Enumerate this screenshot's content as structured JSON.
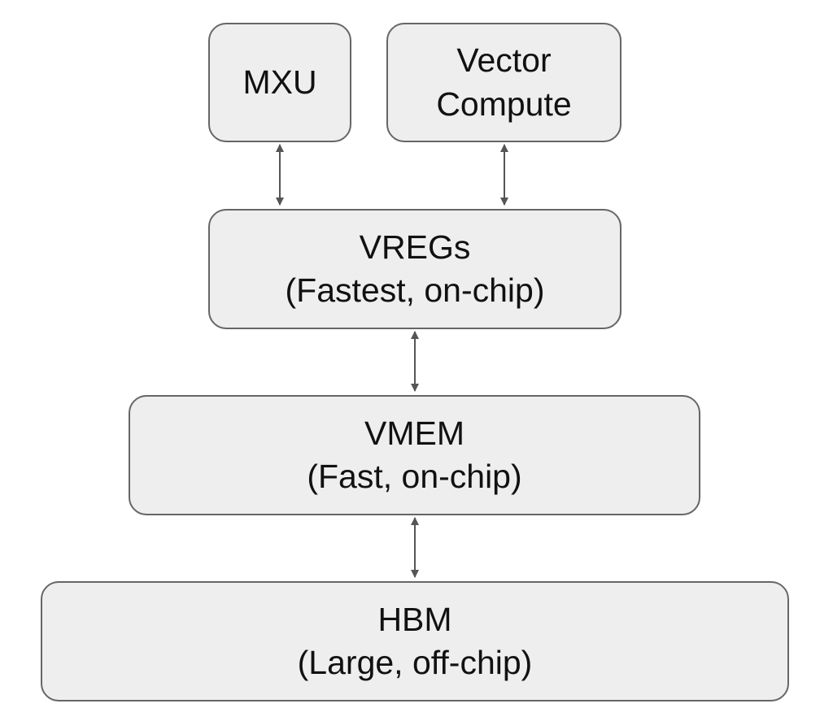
{
  "diagram": {
    "nodes": {
      "mxu": {
        "lines": [
          "MXU"
        ]
      },
      "vector_compute": {
        "lines": [
          "Vector",
          "Compute"
        ]
      },
      "vregs": {
        "lines": [
          "VREGs",
          "(Fastest, on-chip)"
        ]
      },
      "vmem": {
        "lines": [
          "VMEM",
          "(Fast, on-chip)"
        ]
      },
      "hbm": {
        "lines": [
          "HBM",
          "(Large, off-chip)"
        ]
      }
    },
    "edges": [
      {
        "from": "mxu",
        "to": "vregs",
        "direction": "bidirectional"
      },
      {
        "from": "vector_compute",
        "to": "vregs",
        "direction": "bidirectional"
      },
      {
        "from": "vregs",
        "to": "vmem",
        "direction": "bidirectional"
      },
      {
        "from": "vmem",
        "to": "hbm",
        "direction": "bidirectional"
      }
    ],
    "colors": {
      "node_fill": "#eeeeee",
      "node_border": "#666666",
      "arrow": "#555555",
      "text": "#111111"
    }
  }
}
